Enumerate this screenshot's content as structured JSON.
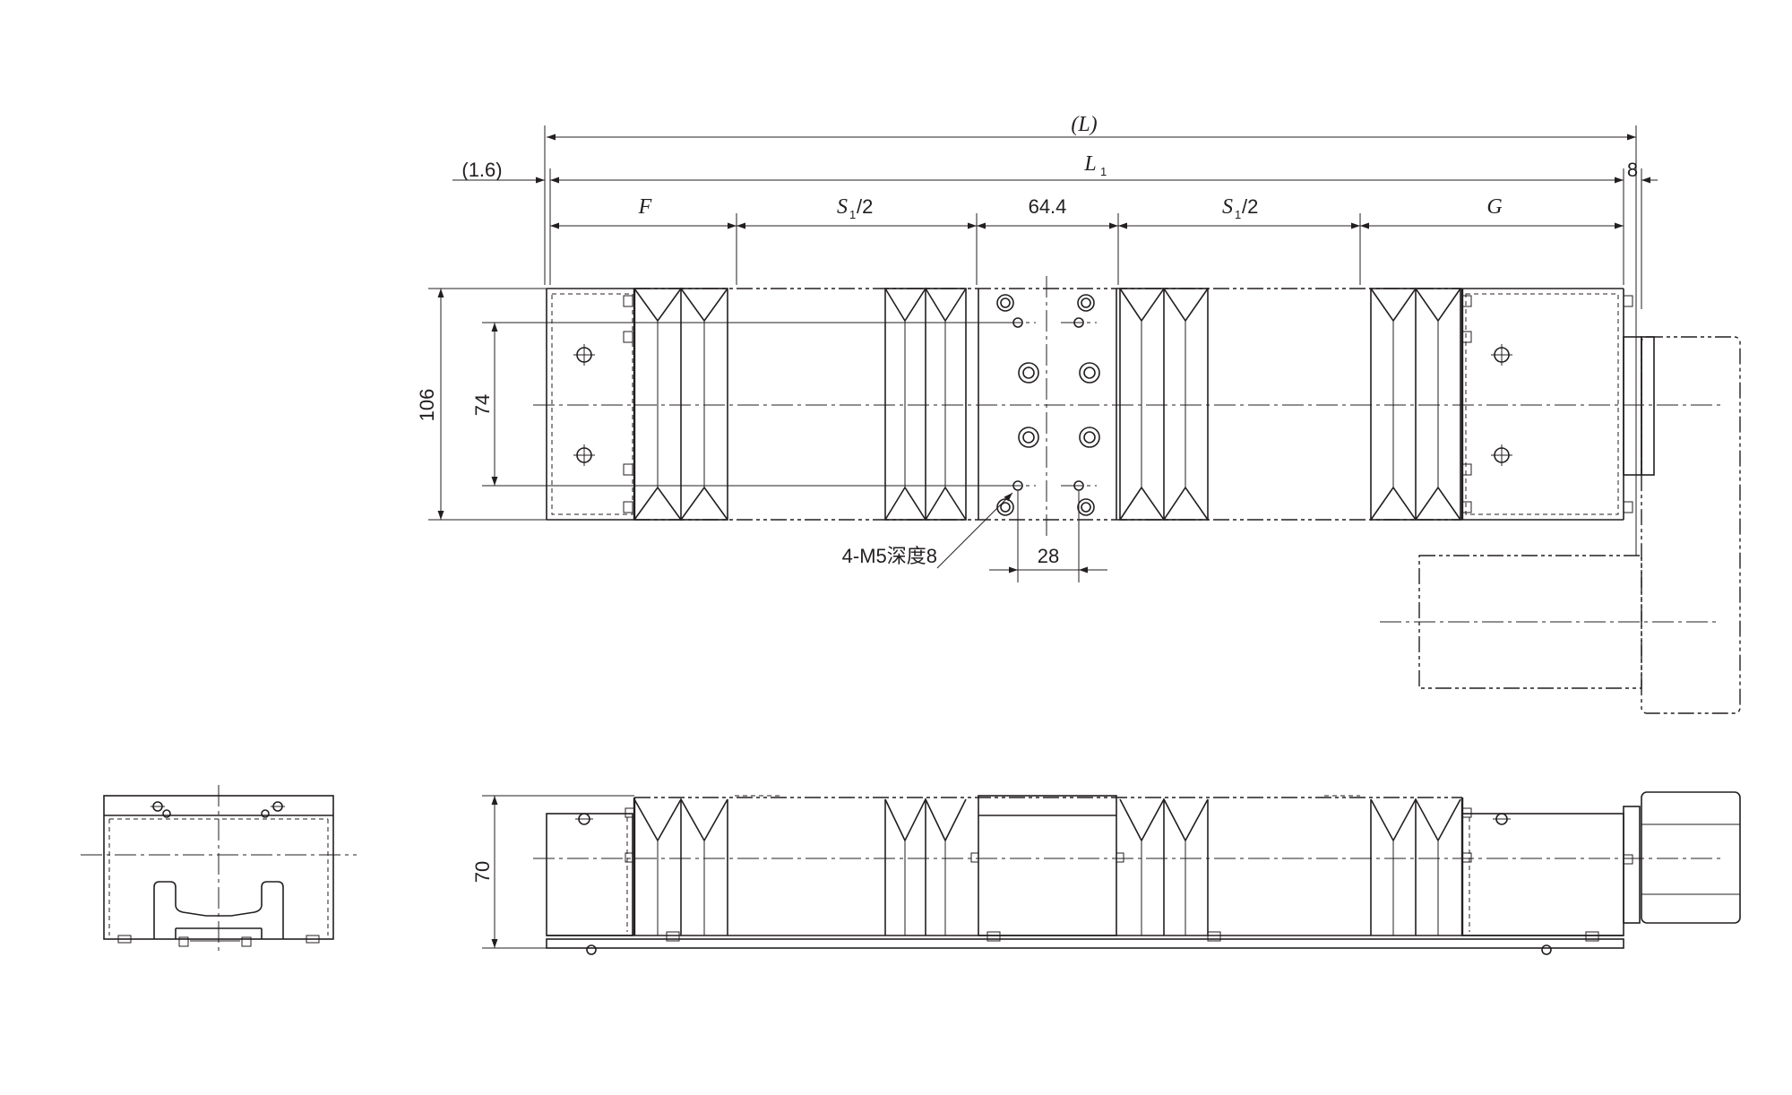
{
  "dimensions": {
    "overall_length": "(L)",
    "l1_base": "L",
    "l1_sub": "1",
    "offset_left": "(1.6)",
    "motor_gap": "8",
    "f_label": "F",
    "s1_base": "S",
    "s1_sub": "1",
    "s1_suffix": "/2",
    "center_width": "64.4",
    "g_label": "G",
    "height_outer": "106",
    "height_inner": "74",
    "hole_pitch": "28",
    "side_height": "70"
  },
  "callout": {
    "tapped_holes": "4-M5深度8"
  }
}
